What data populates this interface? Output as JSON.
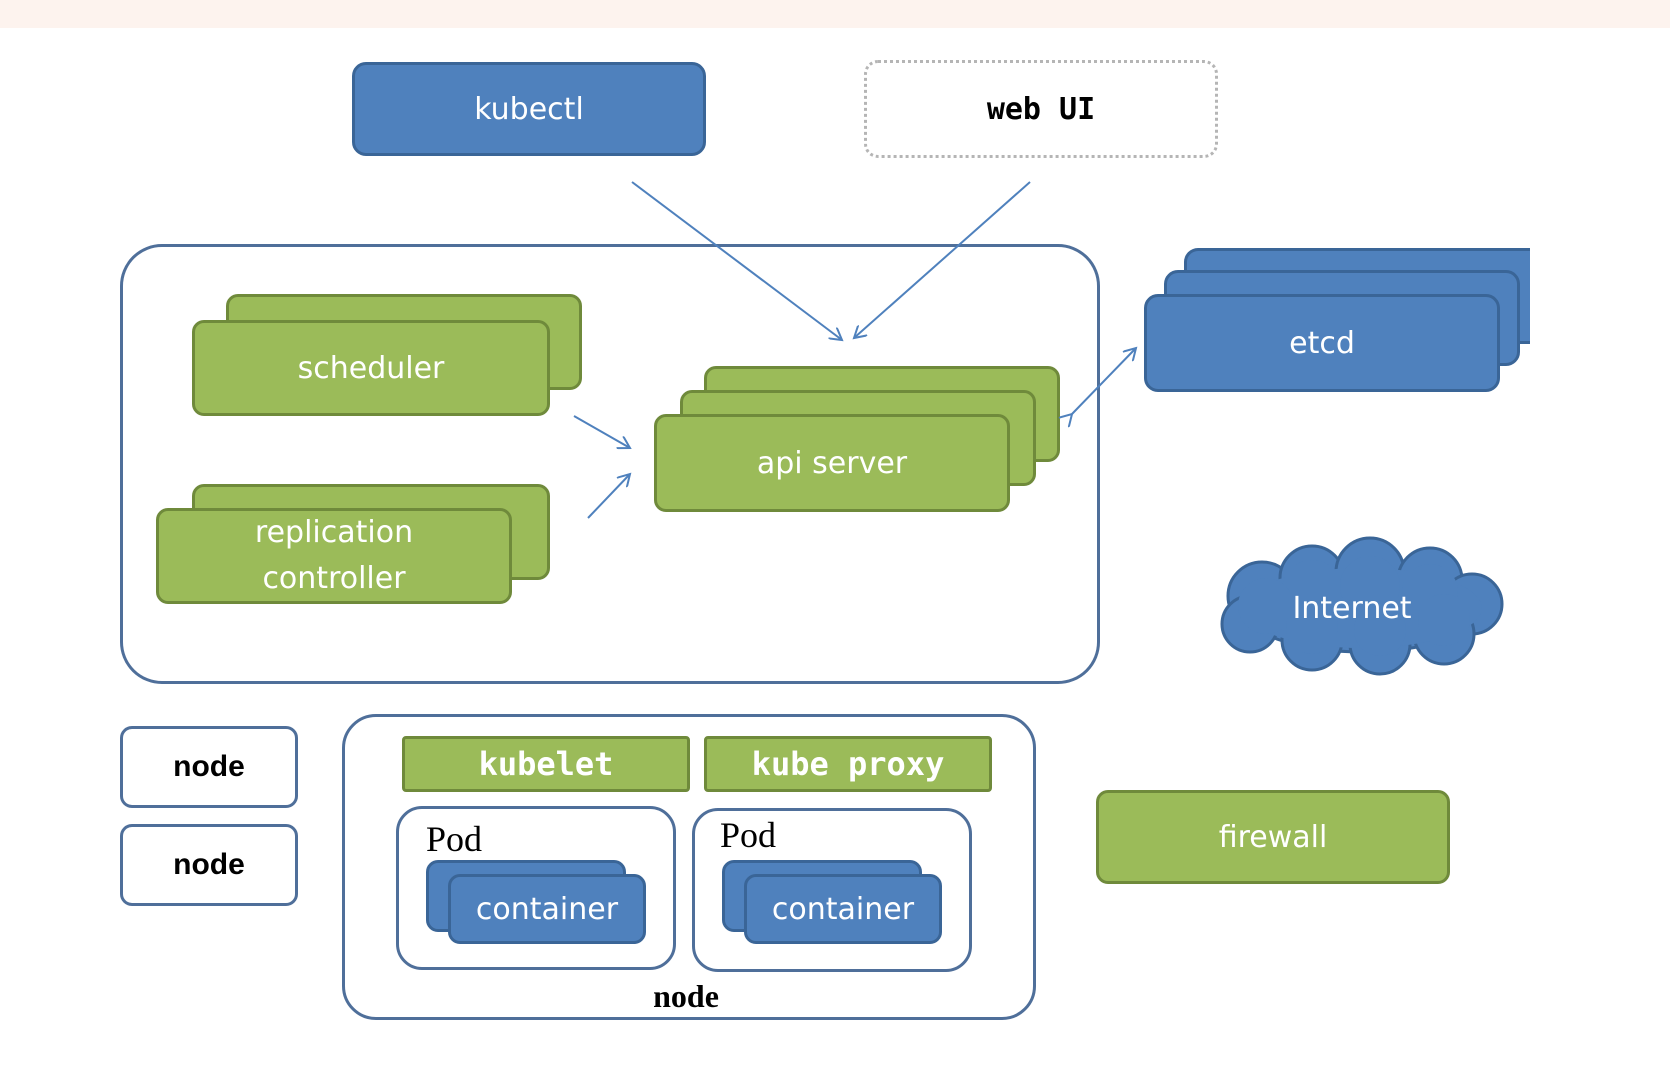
{
  "diagram": {
    "kubectl": "kubectl",
    "web_ui": "web UI",
    "scheduler": "scheduler",
    "replication_controller_line1": "replication",
    "replication_controller_line2": "controller",
    "api_server": "api server",
    "etcd": "etcd",
    "internet": "Internet",
    "node_1": "node",
    "node_2": "node",
    "kubelet": "kubelet",
    "kube_proxy": "kube proxy",
    "pod_1": "Pod",
    "pod_2": "Pod",
    "container_1": "container",
    "container_2": "container",
    "node_main": "node",
    "firewall": "firewall"
  },
  "colors": {
    "blue_fill": "#4f81bd",
    "blue_border": "#3a6597",
    "green_fill": "#9bbb59",
    "green_border": "#6f8a3b",
    "arrow": "#4f81bd",
    "frame_border": "#4f6f9a"
  }
}
